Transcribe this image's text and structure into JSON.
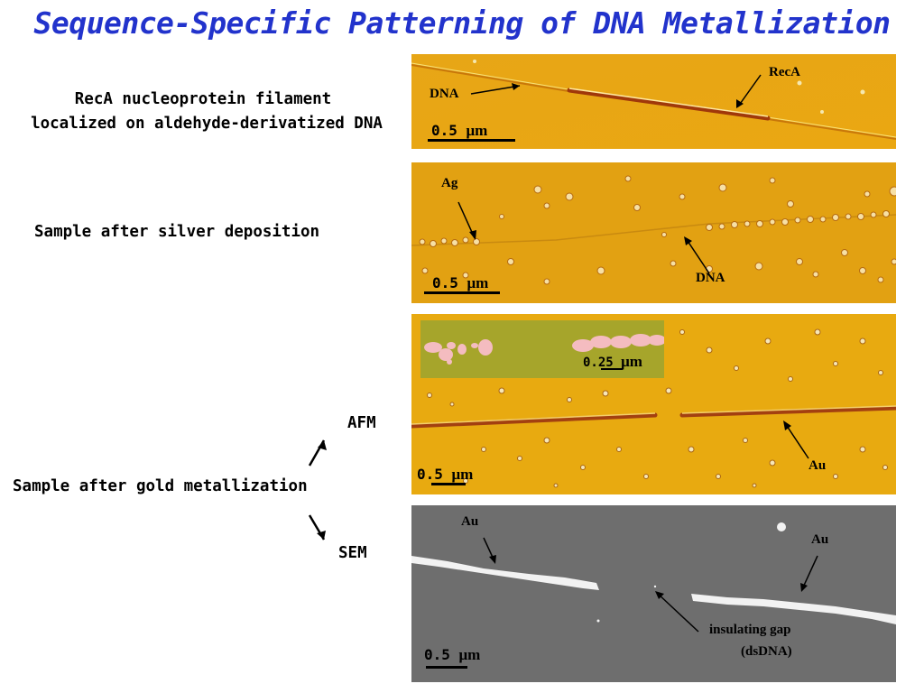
{
  "title": "Sequence-Specific Patterning of DNA Metallization",
  "labels": {
    "reca_line1": "RecA nucleoprotein filament",
    "reca_line2": "localized on aldehyde-derivatized DNA",
    "silver": "Sample after silver deposition",
    "afm": "AFM",
    "gold": "Sample after gold metallization",
    "sem": "SEM"
  },
  "panels": {
    "p1": {
      "dna": "DNA",
      "reca": "RecA",
      "scale_num": "0.5",
      "scale_unit": "μm"
    },
    "p2": {
      "ag": "Ag",
      "dna": "DNA",
      "scale_num": "0.5",
      "scale_unit": "μm"
    },
    "p3": {
      "au": "Au",
      "scale_num": "0.5",
      "scale_unit": "μm",
      "inset_scale_num": "0.25",
      "inset_scale_unit": "μm"
    },
    "p4": {
      "au_left": "Au",
      "au_right": "Au",
      "gap_line1": "insulating gap",
      "gap_line2": "(dsDNA)",
      "scale_num": "0.5",
      "scale_unit": "μm"
    }
  },
  "colors": {
    "title": "#2233cc",
    "afm_bg": "#e3a20f",
    "afm_bg_dark": "#d68c0a",
    "sem_bg": "#6d6d6d",
    "inset_bg": "#a5a42a",
    "inset_particles": "#f4bcc0"
  }
}
